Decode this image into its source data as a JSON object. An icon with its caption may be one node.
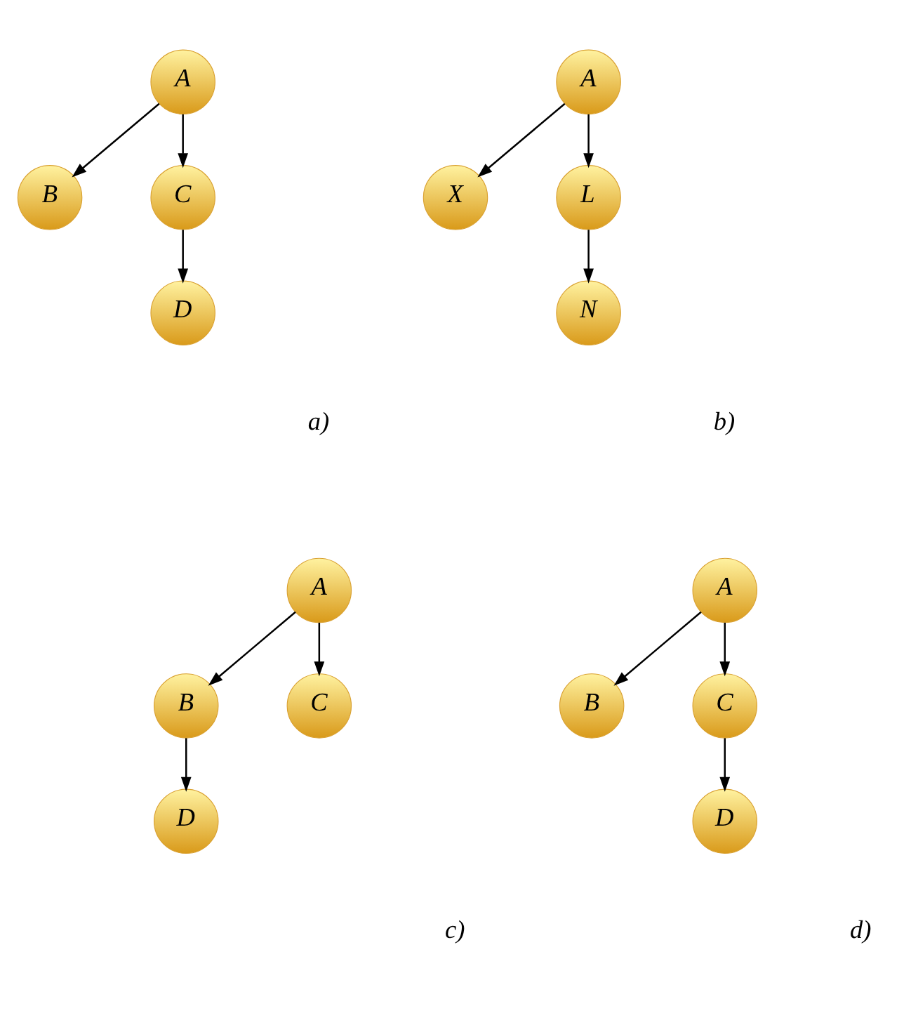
{
  "diagram": {
    "nodes": [
      {
        "text": [
          "A"
        ]
      },
      {
        "text": [
          "B"
        ]
      },
      {
        "text": [
          "C"
        ]
      },
      {
        "text": [
          "D"
        ]
      },
      {
        "text": [
          "A"
        ]
      },
      {
        "text": [
          "X"
        ]
      },
      {
        "text": [
          "L"
        ]
      },
      {
        "text": [
          "N"
        ]
      },
      {
        "text": [
          "A"
        ]
      },
      {
        "text": [
          "B"
        ]
      },
      {
        "text": [
          "C"
        ]
      },
      {
        "text": [
          "D"
        ]
      },
      {
        "text": [
          "A"
        ]
      },
      {
        "text": [
          "B"
        ]
      },
      {
        "text": [
          "C"
        ]
      },
      {
        "text": [
          "D"
        ]
      }
    ],
    "edges": [
      {
        "from": 0,
        "to": 1,
        "arrow": "to"
      },
      {
        "from": 0,
        "to": 2,
        "arrow": "to"
      },
      {
        "from": 2,
        "to": 3,
        "arrow": "to"
      },
      {
        "from": 4,
        "to": 5,
        "arrow": "to"
      },
      {
        "from": 4,
        "to": 6,
        "arrow": "to"
      },
      {
        "from": 6,
        "to": 7,
        "arrow": "to"
      },
      {
        "from": 8,
        "to": 9,
        "arrow": "to"
      },
      {
        "from": 8,
        "to": 10,
        "arrow": "to"
      },
      {
        "from": 9,
        "to": 11,
        "arrow": "to"
      },
      {
        "from": 12,
        "to": 13,
        "arrow": "to"
      },
      {
        "from": 12,
        "to": 14,
        "arrow": "to"
      },
      {
        "from": 14,
        "to": 15,
        "arrow": "to"
      }
    ],
    "labels": [
      "a)",
      "b)",
      "c)",
      "d)"
    ]
  }
}
